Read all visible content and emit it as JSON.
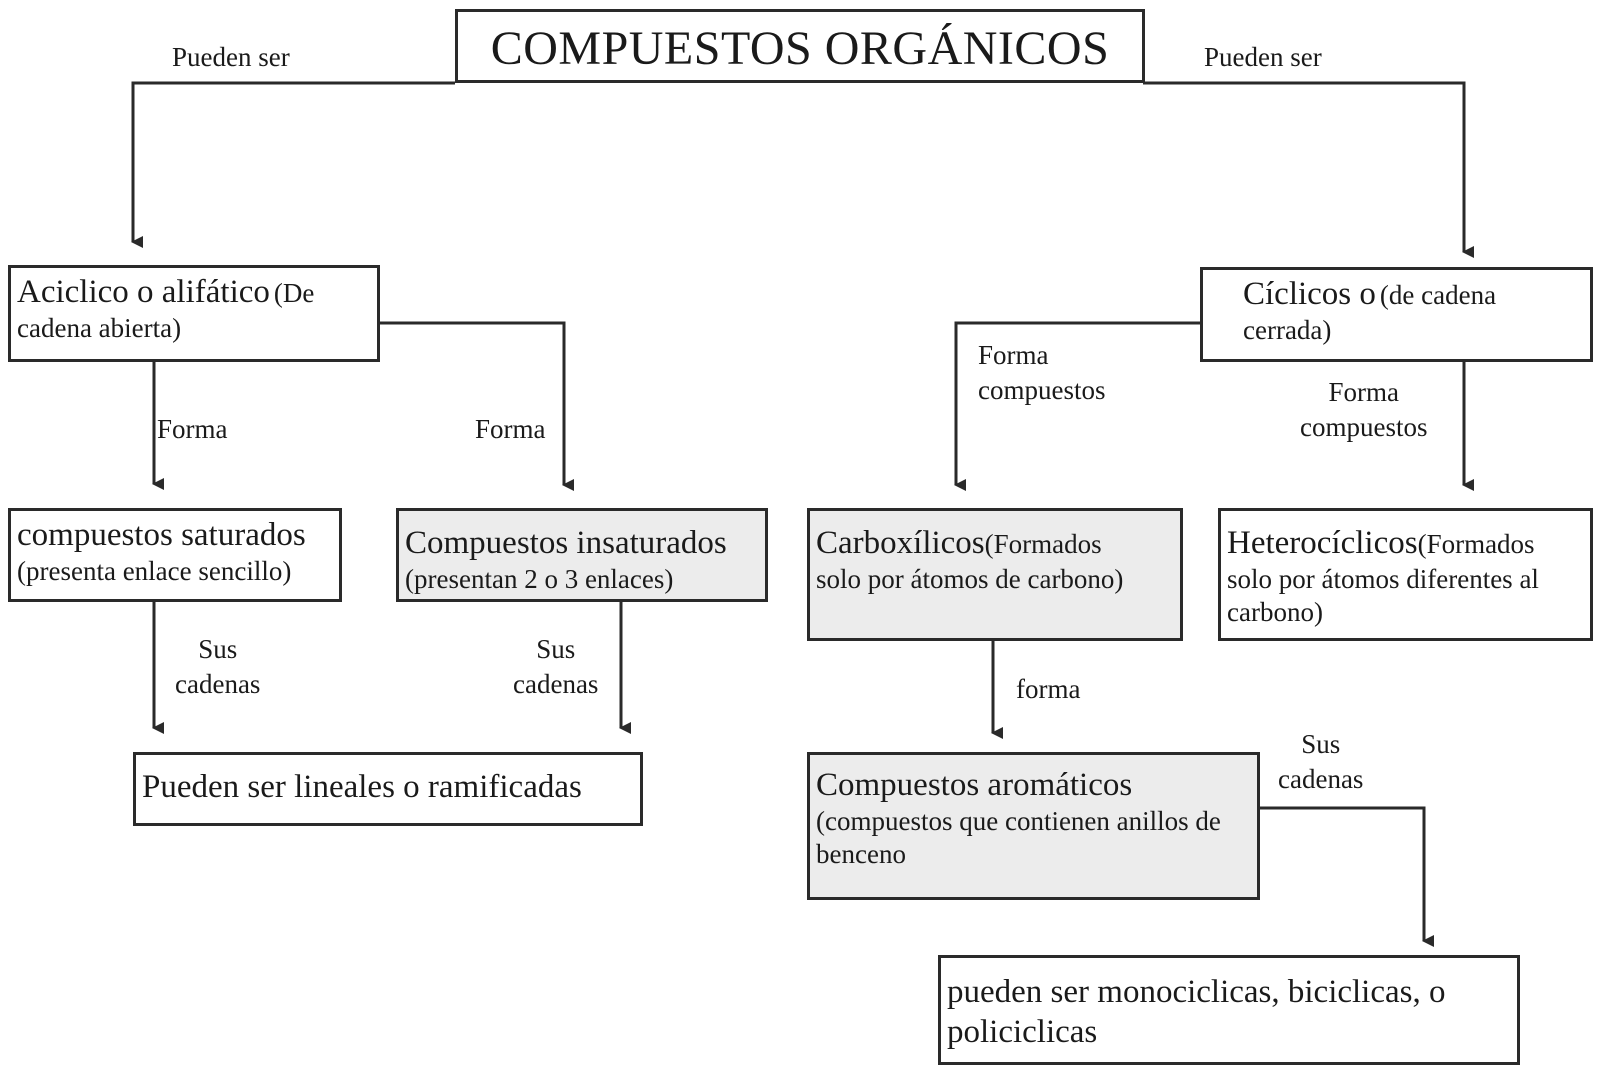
{
  "title": "COMPUESTOS ORGÁNICOS",
  "nodes": {
    "aciclico": {
      "main": "Aciclico o alifático",
      "sub_open": "(De",
      "sub_rest": "cadena abierta)"
    },
    "ciclicos": {
      "main": "Cíclicos o",
      "sub_open": "(de cadena",
      "sub_rest": "cerrada)"
    },
    "saturados": {
      "main": "compuestos saturados",
      "sub": "(presenta enlace sencillo)"
    },
    "insaturados": {
      "main": "Compuestos insaturados",
      "sub": "(presentan 2 o 3 enlaces)"
    },
    "carboxilicos": {
      "main": "Carboxílicos",
      "sub_open": "(Formados",
      "sub_rest": "solo por átomos de carbono)"
    },
    "heterociclicos": {
      "main": "Heterocíclicos",
      "sub_open": "(Formados",
      "sub_rest": "solo por átomos diferentes al carbono)"
    },
    "lineales": {
      "main": "Pueden ser lineales o ramificadas"
    },
    "aromaticos": {
      "main": "Compuestos aromáticos",
      "sub": "(compuestos que contienen anillos de benceno"
    },
    "monociclicas": {
      "main": "pueden ser monociclicas, biciclicas, o policiclicas"
    }
  },
  "labels": {
    "pueden_left": "Pueden ser",
    "pueden_right": "Pueden ser",
    "forma_left": "Forma",
    "forma_mid": "Forma",
    "forma_compuestos_left": [
      "Forma",
      "compuestos"
    ],
    "forma_compuestos_right": [
      "Forma",
      "compuestos"
    ],
    "sus_cadenas_left": [
      "Sus",
      "cadenas"
    ],
    "sus_cadenas_mid": [
      "Sus",
      "cadenas"
    ],
    "forma_lower": "forma",
    "sus_cadenas_right": [
      "Sus",
      "cadenas"
    ]
  }
}
